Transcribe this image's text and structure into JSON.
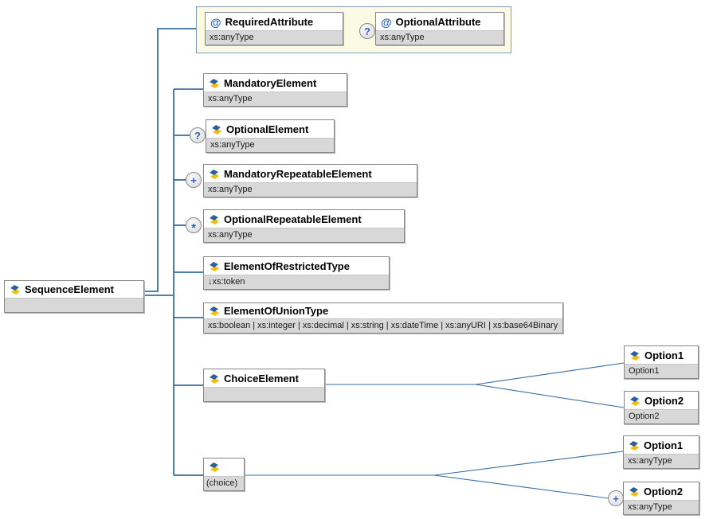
{
  "root": {
    "label": "SequenceElement"
  },
  "attributes": {
    "required": {
      "prefix": "@",
      "label": "RequiredAttribute",
      "type": "xs:anyType"
    },
    "optional": {
      "prefix": "@",
      "label": "OptionalAttribute",
      "type": "xs:anyType",
      "occurrence": "?"
    }
  },
  "elements": {
    "mandatory": {
      "label": "MandatoryElement",
      "type": "xs:anyType"
    },
    "optional": {
      "label": "OptionalElement",
      "type": "xs:anyType",
      "occurrence": "?"
    },
    "mandatoryRepeatable": {
      "label": "MandatoryRepeatableElement",
      "type": "xs:anyType",
      "occurrence": "+"
    },
    "optionalRepeatable": {
      "label": "OptionalRepeatableElement",
      "type": "xs:anyType",
      "occurrence": "*"
    },
    "restricted": {
      "label": "ElementOfRestrictedType",
      "type": "↓xs:token"
    },
    "union": {
      "label": "ElementOfUnionType",
      "type": "xs:boolean | xs:integer | xs:decimal | xs:string | xs:dateTime | xs:anyURI | xs:base64Binary"
    },
    "choice": {
      "label": "ChoiceElement"
    },
    "choiceGroup": {
      "label": "(choice)"
    }
  },
  "choiceOptions": [
    {
      "label": "Option1",
      "type": "Option1"
    },
    {
      "label": "Option2",
      "type": "Option2"
    }
  ],
  "groupOptions": [
    {
      "label": "Option1",
      "type": "xs:anyType"
    },
    {
      "label": "Option2",
      "type": "xs:anyType",
      "occurrence": "+"
    }
  ],
  "colors": {
    "connector": "#3a6e9f",
    "box_border": "#878787",
    "subrow_bg": "#d8d8d8",
    "group_bg": "#fbfbe3",
    "group_border": "#7f9db9",
    "attribute_sign": "#2e62b8",
    "occurrence_symbol": "#2e62b8",
    "icon_blue": "#2d5f9e",
    "icon_yellow": "#f5bd0c"
  }
}
